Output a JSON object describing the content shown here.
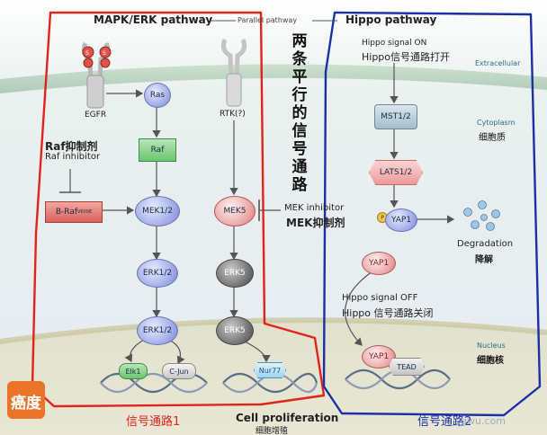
{
  "titles": {
    "mapk": "MAPK/ERK pathway",
    "parallel": "Parallel pathway",
    "hippo": "Hippo pathway",
    "vertical_chinese": [
      "两",
      "条",
      "平",
      "行",
      "的",
      "信",
      "号",
      "通",
      "路"
    ]
  },
  "compartments": {
    "extracellular": "Extracellular",
    "cytoplasm_en": "Cytoplasm",
    "cytoplasm_cn": "细胞质",
    "nucleus_en": "Nucleus",
    "nucleus_cn": "细胞核"
  },
  "receptors": {
    "egfr": "EGFR",
    "rtk": "RTK(?)"
  },
  "nodes": {
    "ras": "Ras",
    "raf": "Raf",
    "braf": "B-Raf",
    "braf_sup": "V600E",
    "mek12": "MEK1/2",
    "erk12_cyto": "ERK1/2",
    "erk12_nuc": "ERK1/2",
    "elk1": "Elk1",
    "cjun": "C-Jun",
    "mek5": "MEK5",
    "erk5_cyto": "ERK5",
    "erk5_nuc": "ERK5",
    "nur77": "Nur77",
    "mst12": "MST1/2",
    "lats12": "LATS1/2",
    "p": "P",
    "yap1_p": "YAP1",
    "yap1_free": "YAP1",
    "yap1_nuc": "YAP1",
    "tead": "TEAD"
  },
  "labels": {
    "raf_inhibitor_cn": "Raf抑制剂",
    "raf_inhibitor_en": "Raf inhibitor",
    "mek_inhibitor_en": "MEK inhibitor",
    "mek_inhibitor_cn": "MEK抑制剂",
    "hippo_on_en": "Hippo signal ON",
    "hippo_on_cn": "Hippo信号通路打开",
    "hippo_off_en": "Hippo signal OFF",
    "hippo_off_cn": "Hippo 信号通路关闭",
    "degradation_en": "Degradation",
    "degradation_cn": "降解",
    "cell_prolif_en": "Cell proliferation",
    "cell_prolif_cn": "细胞增殖",
    "path1": "信号通路1",
    "path2": "信号通路2",
    "logo": "癌度",
    "watermark": "gwu.com"
  },
  "colors": {
    "red_outline": "#e0241b",
    "blue_outline": "#1b2fa8"
  }
}
